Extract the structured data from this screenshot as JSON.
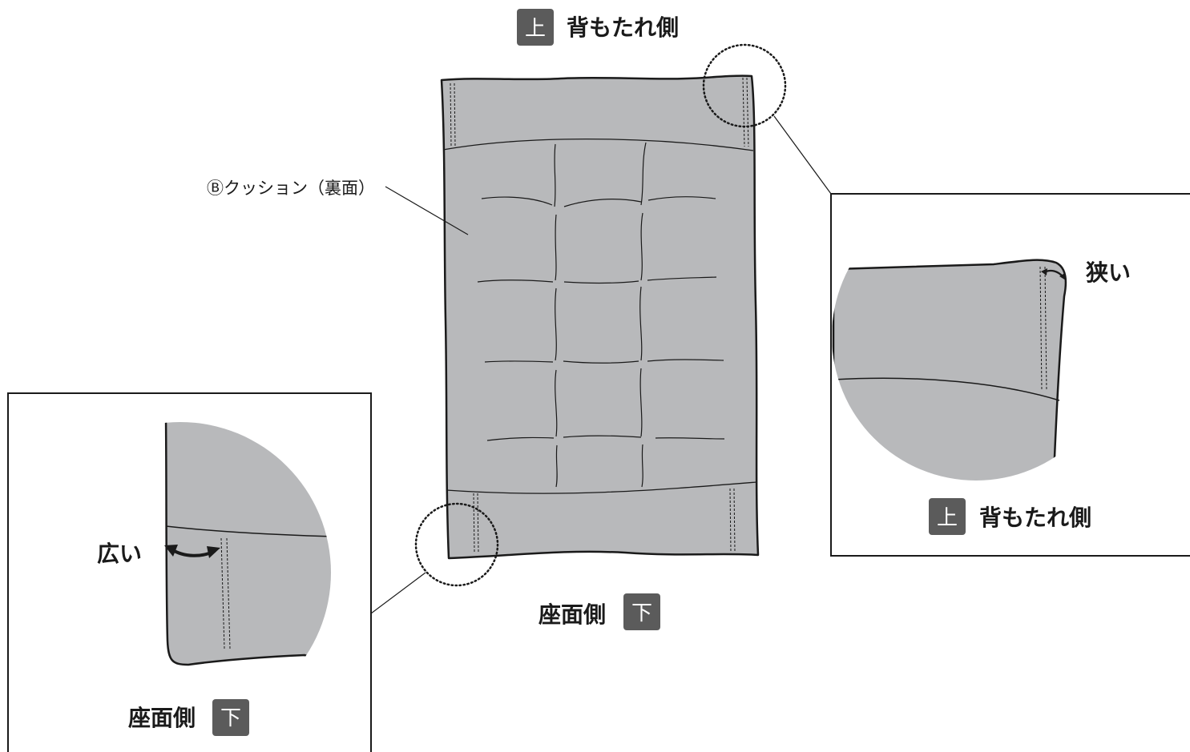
{
  "labels": {
    "top_badge": "上",
    "top_side": "背もたれ側",
    "bottom_side": "座面側",
    "bottom_badge": "下",
    "cushion_label": "Ⓑクッション（裏面）",
    "narrow": "狭い",
    "wide": "広い",
    "right_badge": "上",
    "right_side": "背もたれ側",
    "left_side": "座面側",
    "left_badge": "下"
  },
  "colors": {
    "cushion_fill": "#b8b9bb",
    "outline": "#1a1a1a",
    "badge_fill": "#5b5b5b",
    "background": "#ffffff"
  }
}
